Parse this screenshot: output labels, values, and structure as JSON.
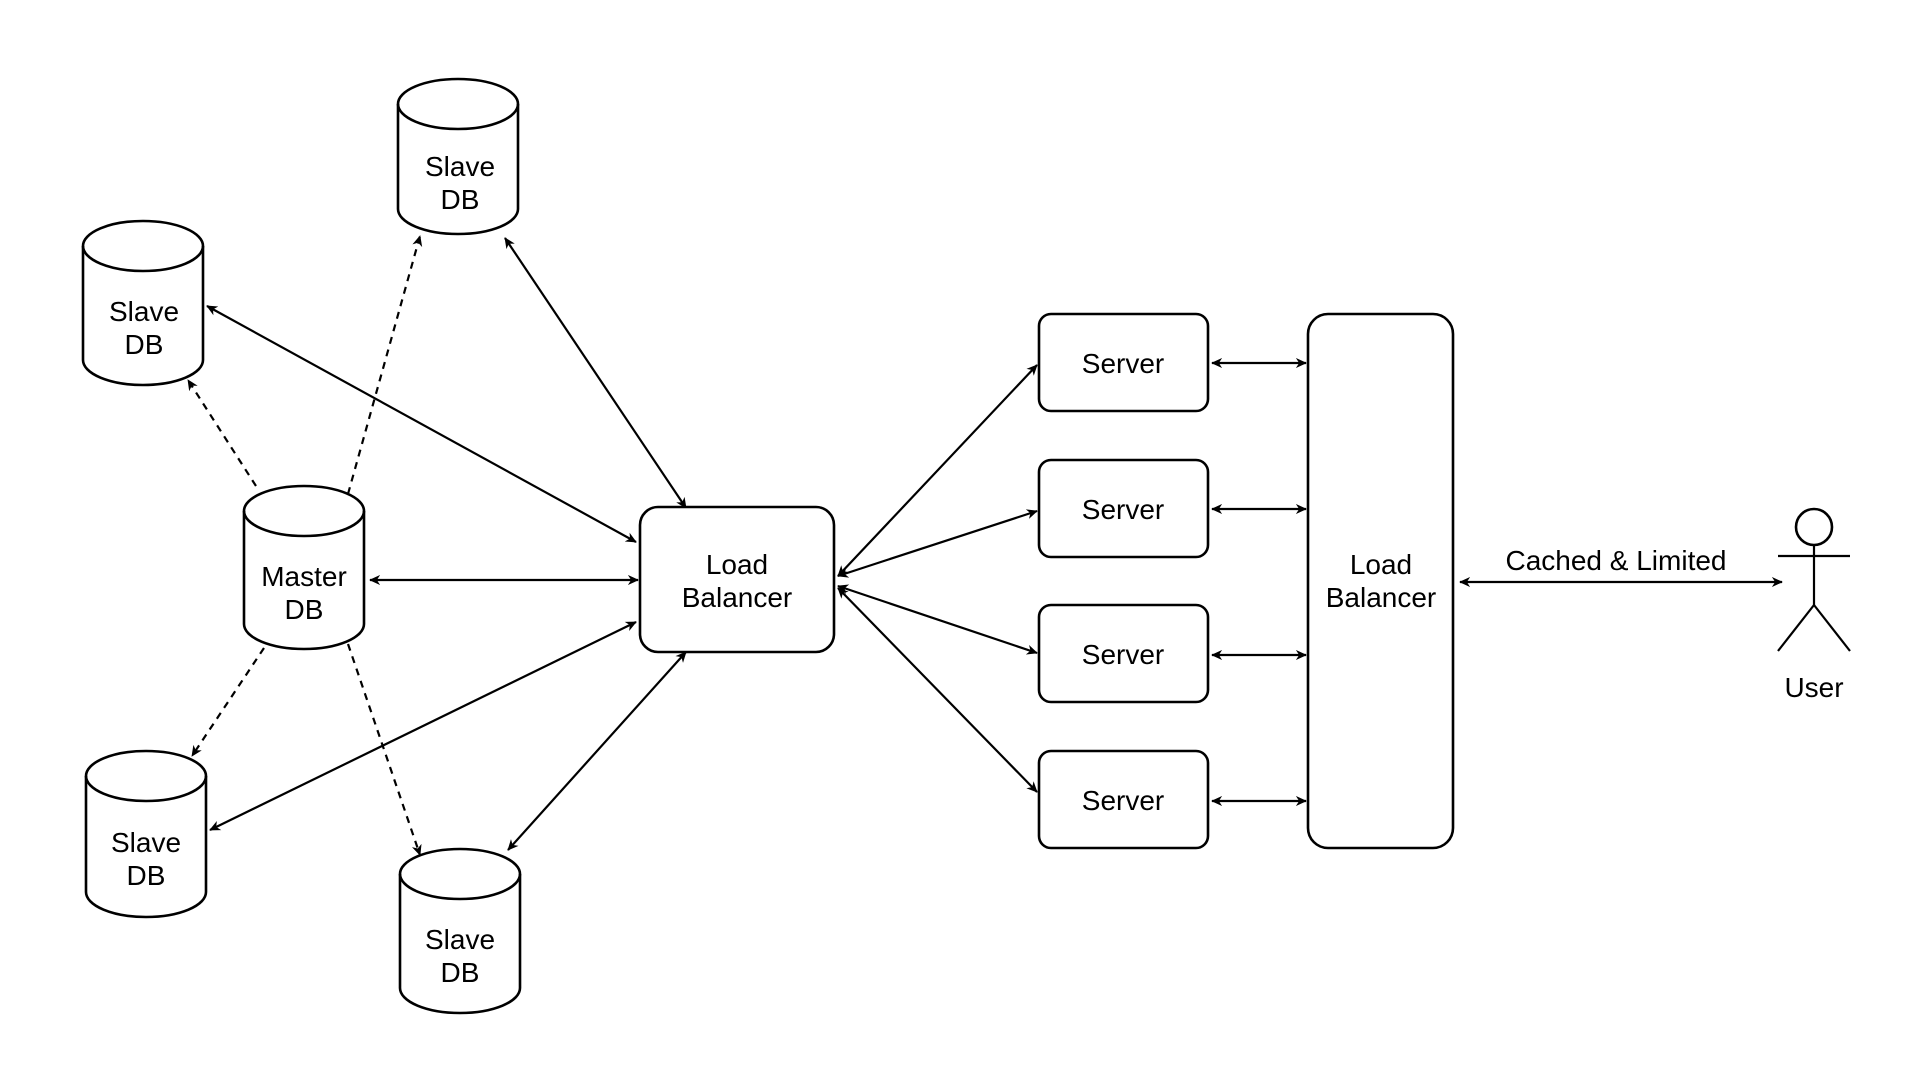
{
  "nodes": {
    "slave_db_top": {
      "line1": "Slave",
      "line2": "DB"
    },
    "slave_db_left_top": {
      "line1": "Slave",
      "line2": "DB"
    },
    "master_db": {
      "line1": "Master",
      "line2": "DB"
    },
    "slave_db_left_bottom": {
      "line1": "Slave",
      "line2": "DB"
    },
    "slave_db_bottom": {
      "line1": "Slave",
      "line2": "DB"
    },
    "load_balancer_db": {
      "line1": "Load",
      "line2": "Balancer"
    },
    "servers": [
      {
        "label": "Server"
      },
      {
        "label": "Server"
      },
      {
        "label": "Server"
      },
      {
        "label": "Server"
      }
    ],
    "load_balancer_front": {
      "line1": "Load",
      "line2": "Balancer"
    },
    "user": {
      "label": "User"
    }
  },
  "edges": {
    "user_link_label": "Cached & Limited"
  }
}
